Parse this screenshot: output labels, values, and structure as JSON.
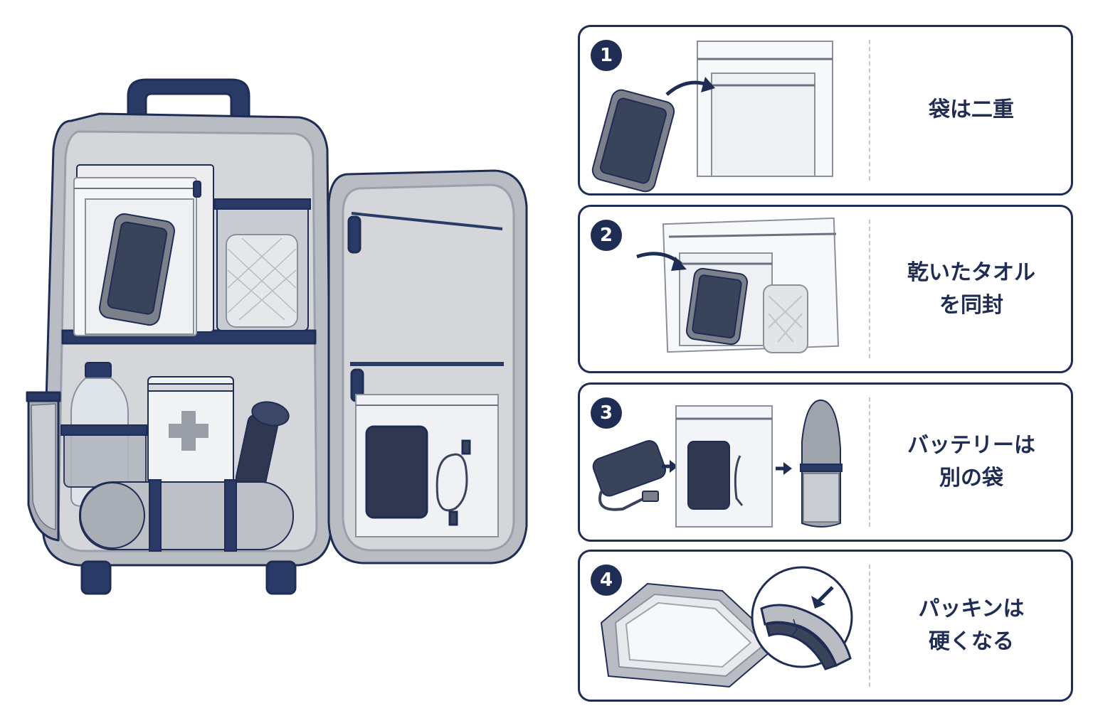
{
  "steps": [
    {
      "number": "1",
      "lines": [
        "袋は二重"
      ]
    },
    {
      "number": "2",
      "lines": [
        "乾いたタオル",
        "を同封"
      ]
    },
    {
      "number": "3",
      "lines": [
        "バッテリーは",
        "別の袋"
      ]
    },
    {
      "number": "4",
      "lines": [
        "パッキンは",
        "硬くなる"
      ]
    }
  ],
  "colors": {
    "navy": "#1f2d55",
    "gray": "#b9bcc3",
    "light": "#dcdee2"
  },
  "icons": [
    "backpack-icon",
    "smartphone-icon",
    "zip-bag-icon",
    "towel-icon",
    "water-bottle-icon",
    "first-aid-kit-icon",
    "flashlight-icon",
    "sleeping-mat-icon",
    "power-bank-icon",
    "usb-cable-icon",
    "mesh-pouch-icon",
    "container-icon",
    "magnifier-icon",
    "arrow-icon"
  ]
}
